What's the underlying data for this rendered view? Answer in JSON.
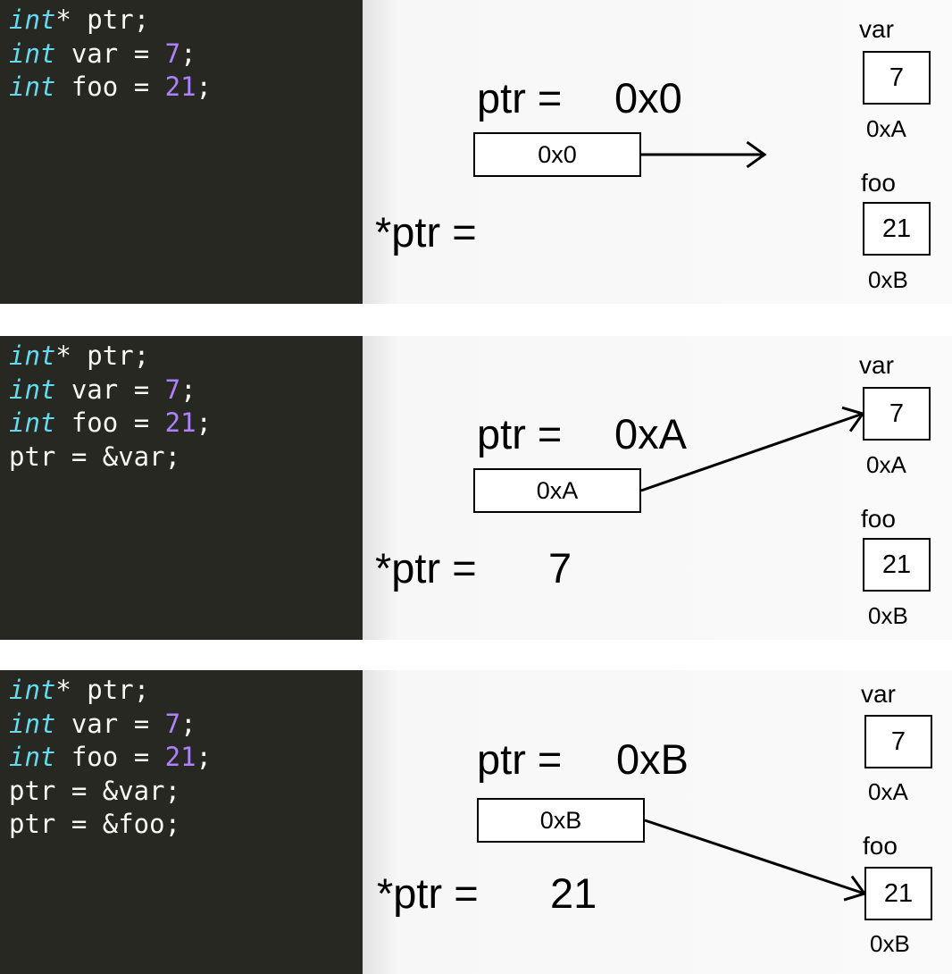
{
  "panels": [
    {
      "code": [
        [
          {
            "t": "int",
            "c": "kw"
          },
          {
            "t": "* ptr;"
          }
        ],
        [
          {
            "t": "int",
            "c": "kw"
          },
          {
            "t": " var = "
          },
          {
            "t": "7",
            "c": "num"
          },
          {
            "t": ";"
          }
        ],
        [
          {
            "t": "int",
            "c": "kw"
          },
          {
            "t": " foo = "
          },
          {
            "t": "21",
            "c": "num"
          },
          {
            "t": ";"
          }
        ]
      ],
      "ptr_label": "ptr =",
      "ptr_value": "0x0",
      "ptr_box": "0x0",
      "deref_label": "*ptr =",
      "deref_value": "",
      "var_name": "var",
      "var_value": "7",
      "var_addr": "0xA",
      "foo_name": "foo",
      "foo_value": "21",
      "foo_addr": "0xB",
      "arrow_target": "none"
    },
    {
      "code": [
        [
          {
            "t": "int",
            "c": "kw"
          },
          {
            "t": "* ptr;"
          }
        ],
        [
          {
            "t": "int",
            "c": "kw"
          },
          {
            "t": " var = "
          },
          {
            "t": "7",
            "c": "num"
          },
          {
            "t": ";"
          }
        ],
        [
          {
            "t": "int",
            "c": "kw"
          },
          {
            "t": " foo = "
          },
          {
            "t": "21",
            "c": "num"
          },
          {
            "t": ";"
          }
        ],
        [
          {
            "t": "ptr = &var;"
          }
        ]
      ],
      "ptr_label": "ptr =",
      "ptr_value": "0xA",
      "ptr_box": "0xA",
      "deref_label": "*ptr =",
      "deref_value": "7",
      "var_name": "var",
      "var_value": "7",
      "var_addr": "0xA",
      "foo_name": "foo",
      "foo_value": "21",
      "foo_addr": "0xB",
      "arrow_target": "var"
    },
    {
      "code": [
        [
          {
            "t": "int",
            "c": "kw"
          },
          {
            "t": "* ptr;"
          }
        ],
        [
          {
            "t": "int",
            "c": "kw"
          },
          {
            "t": " var = "
          },
          {
            "t": "7",
            "c": "num"
          },
          {
            "t": ";"
          }
        ],
        [
          {
            "t": "int",
            "c": "kw"
          },
          {
            "t": " foo = "
          },
          {
            "t": "21",
            "c": "num"
          },
          {
            "t": ";"
          }
        ],
        [
          {
            "t": "ptr = &var;"
          }
        ],
        [
          {
            "t": "ptr = &foo;"
          }
        ]
      ],
      "ptr_label": "ptr =",
      "ptr_value": "0xB",
      "ptr_box": "0xB",
      "deref_label": "*ptr =",
      "deref_value": "21",
      "var_name": "var",
      "var_value": "7",
      "var_addr": "0xA",
      "foo_name": "foo",
      "foo_value": "21",
      "foo_addr": "0xB",
      "arrow_target": "foo"
    }
  ]
}
